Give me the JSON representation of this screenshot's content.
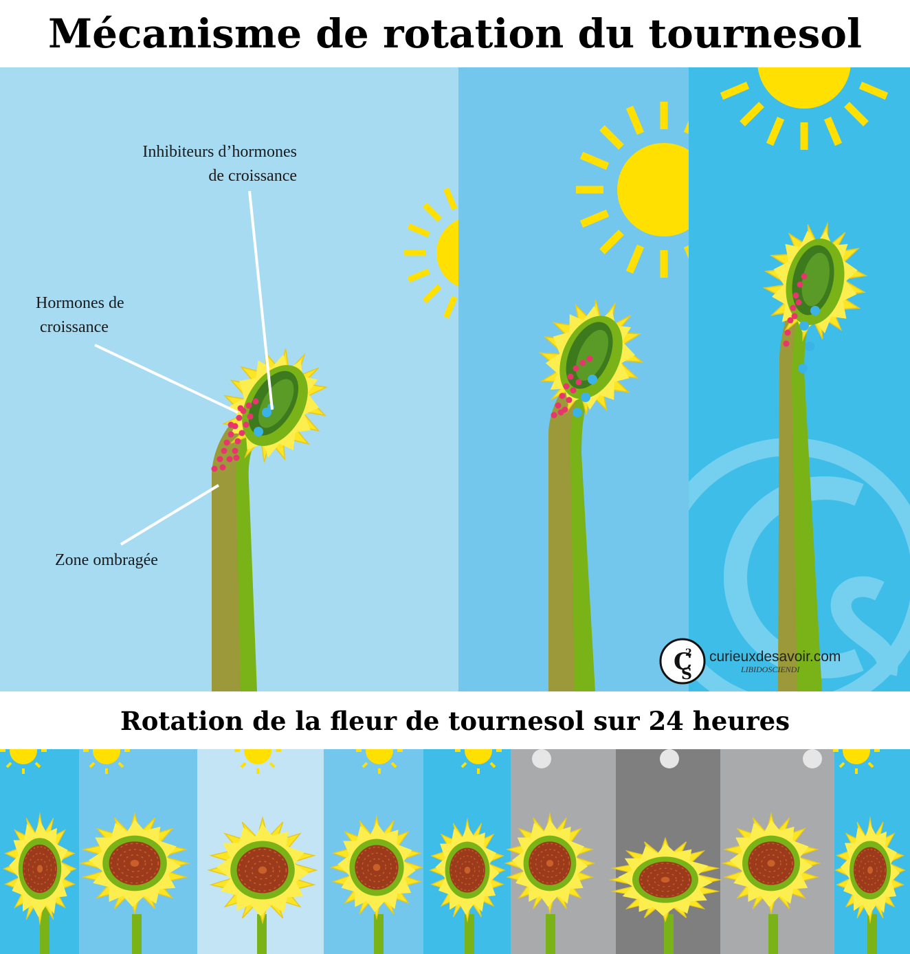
{
  "title": "Mécanisme de rotation du tournesol",
  "labels": {
    "inhibitors_line1": "Inhibiteurs d’hormones",
    "inhibitors_line2": "de croissance",
    "hormones_line1": "Hormones de",
    "hormones_line2": "croissance",
    "shaded_zone": "Zone ombragée"
  },
  "logo": {
    "letters": "C2S",
    "site": "curieuxdesavoir.com",
    "tagline": "LIBIDOSCIENDI"
  },
  "subtitle": "Rotation de la fleur de tournesol sur 24 heures",
  "colors": {
    "sky_light": "#a6dbf2",
    "sky_mid": "#74c7ec",
    "sky_bright": "#3fbde9",
    "sun": "#ffe000",
    "night_light": "#a8aaac",
    "night_dark": "#7f7f7f",
    "stem_light": "#7ab317",
    "stem_shade": "#9c993a",
    "petal": "#fbe525",
    "hormone": "#e8356e",
    "inhibitor": "#3cb3e6",
    "seed_center": "#9b3b1c"
  }
}
